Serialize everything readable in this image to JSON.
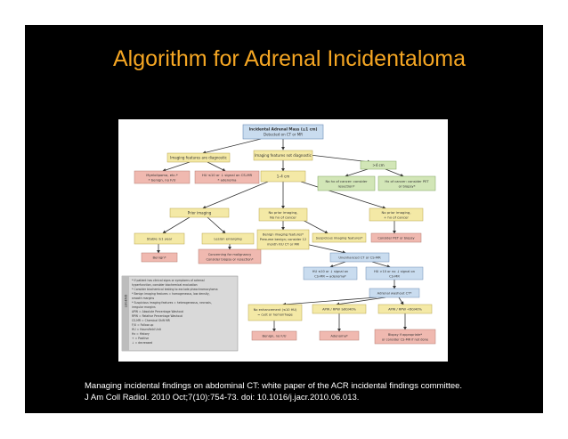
{
  "slide": {
    "title": "Algorithm for Adrenal Incidentaloma",
    "citation_line1": "Managing incidental findings on abdominal CT: white paper of the ACR incidental findings committee.",
    "citation_line2": "J Am Coll Radiol. 2010 Oct;7(10):754-73. doi: 10.1016/j.jacr.2010.06.013."
  },
  "colors": {
    "background": "#000000",
    "title": "#f5a623",
    "citation": "#ffffff",
    "box_blue": "#c9dcef",
    "box_yellow": "#f4e9a6",
    "box_green": "#d2e6b7",
    "box_red": "#f0b9b0",
    "box_gray": "#d9d9d9",
    "arrow": "#333333"
  },
  "flowchart": {
    "root_line1": "Incidental Adrenal Mass (≥1 cm)",
    "root_line2": "Detected on CT or MR",
    "imaging_diagnostic": "Imaging features are diagnostic",
    "imaging_not_diagnostic": "Imaging features not diagnostic",
    "myelolipoma_line1": "Myelolipoma, etc.*",
    "myelolipoma_line2": "* benign, no F/U",
    "hu_adenoma_line1": "HU ≤10 or ↓ signal on CS-MR",
    "hu_adenoma_line2": "* adenoma",
    "size_1_4": "1–4 cm",
    "size_gt4": ">4 cm",
    "no_hx_cancer_line1": "No hx of cancer: consider",
    "no_hx_cancer_line2": "resection*",
    "hx_cancer_line1": "Hx of cancer: consider PET",
    "hx_cancer_line2": "or biopsy*",
    "prior_imaging": "Prior imaging",
    "no_prior_line1": "No prior imaging,",
    "no_prior_line2": "No hx of cancer",
    "no_prior_cancer_line1": "No prior imaging,",
    "no_prior_cancer_line2": "+ hx of cancer",
    "stable": "Stable ≥1 year",
    "enlarging": "Lesion enlarging",
    "benign_left": "Benign*",
    "concerning_line1": "Concerning for malignancy",
    "concerning_line2": "Consider biopsy or resection*",
    "benign_imaging_line1": "Benign imaging features*",
    "benign_imaging_line2": "Presume benign; consider 12",
    "benign_imaging_line3": "month F/U CT or MR",
    "suspicious_imaging": "Suspicious imaging features*",
    "consider_pet": "Consider PET or biopsy",
    "unenhanced": "Unenhanced CT or CS-MR",
    "hu_le10_line1": "HU ≤10 or ↓ signal on",
    "hu_le10_line2": "CS-MR = adenoma*",
    "hu_gt10_line1": "HU >10 or no ↓ signal on",
    "hu_gt10_line2": "CS-MR",
    "washout": "Adrenal washout CT*",
    "no_enhancement_line1": "No enhancement (≤10 HU)",
    "no_enhancement_line2": "= cyst or hemorrhage",
    "apw_ge": "APW / RPW ≥60/40%",
    "apw_lt": "APW / RPW <60/40%",
    "benign_no_fu": "Benign, no F/U",
    "adenoma": "Adenoma*",
    "biopsy_line1": "Biopsy if appropriate*",
    "biopsy_line2": "or consider CS-MR if not done",
    "legend_title": "LEGEND",
    "legend_items": [
      "* If patient has clinical signs or symptoms of adrenal",
      "  hyperfunction, consider biochemical evaluation",
      "* Consider biochemical testing to exclude pheochromocytoma",
      "* Benign imaging features = homogeneous, low density,",
      "  smooth margins",
      "* Suspicious imaging features = heterogeneous, necrosis,",
      "  irregular margins",
      "APW = Absolute Percentage Washout",
      "RPW = Relative Percentage Washout",
      "CS-MR = Chemical Shift MR",
      "F/U = Follow-up",
      "HU = Hounsfield Unit",
      "Hx = History",
      "+ = Positive",
      "↓ = decreased"
    ]
  }
}
